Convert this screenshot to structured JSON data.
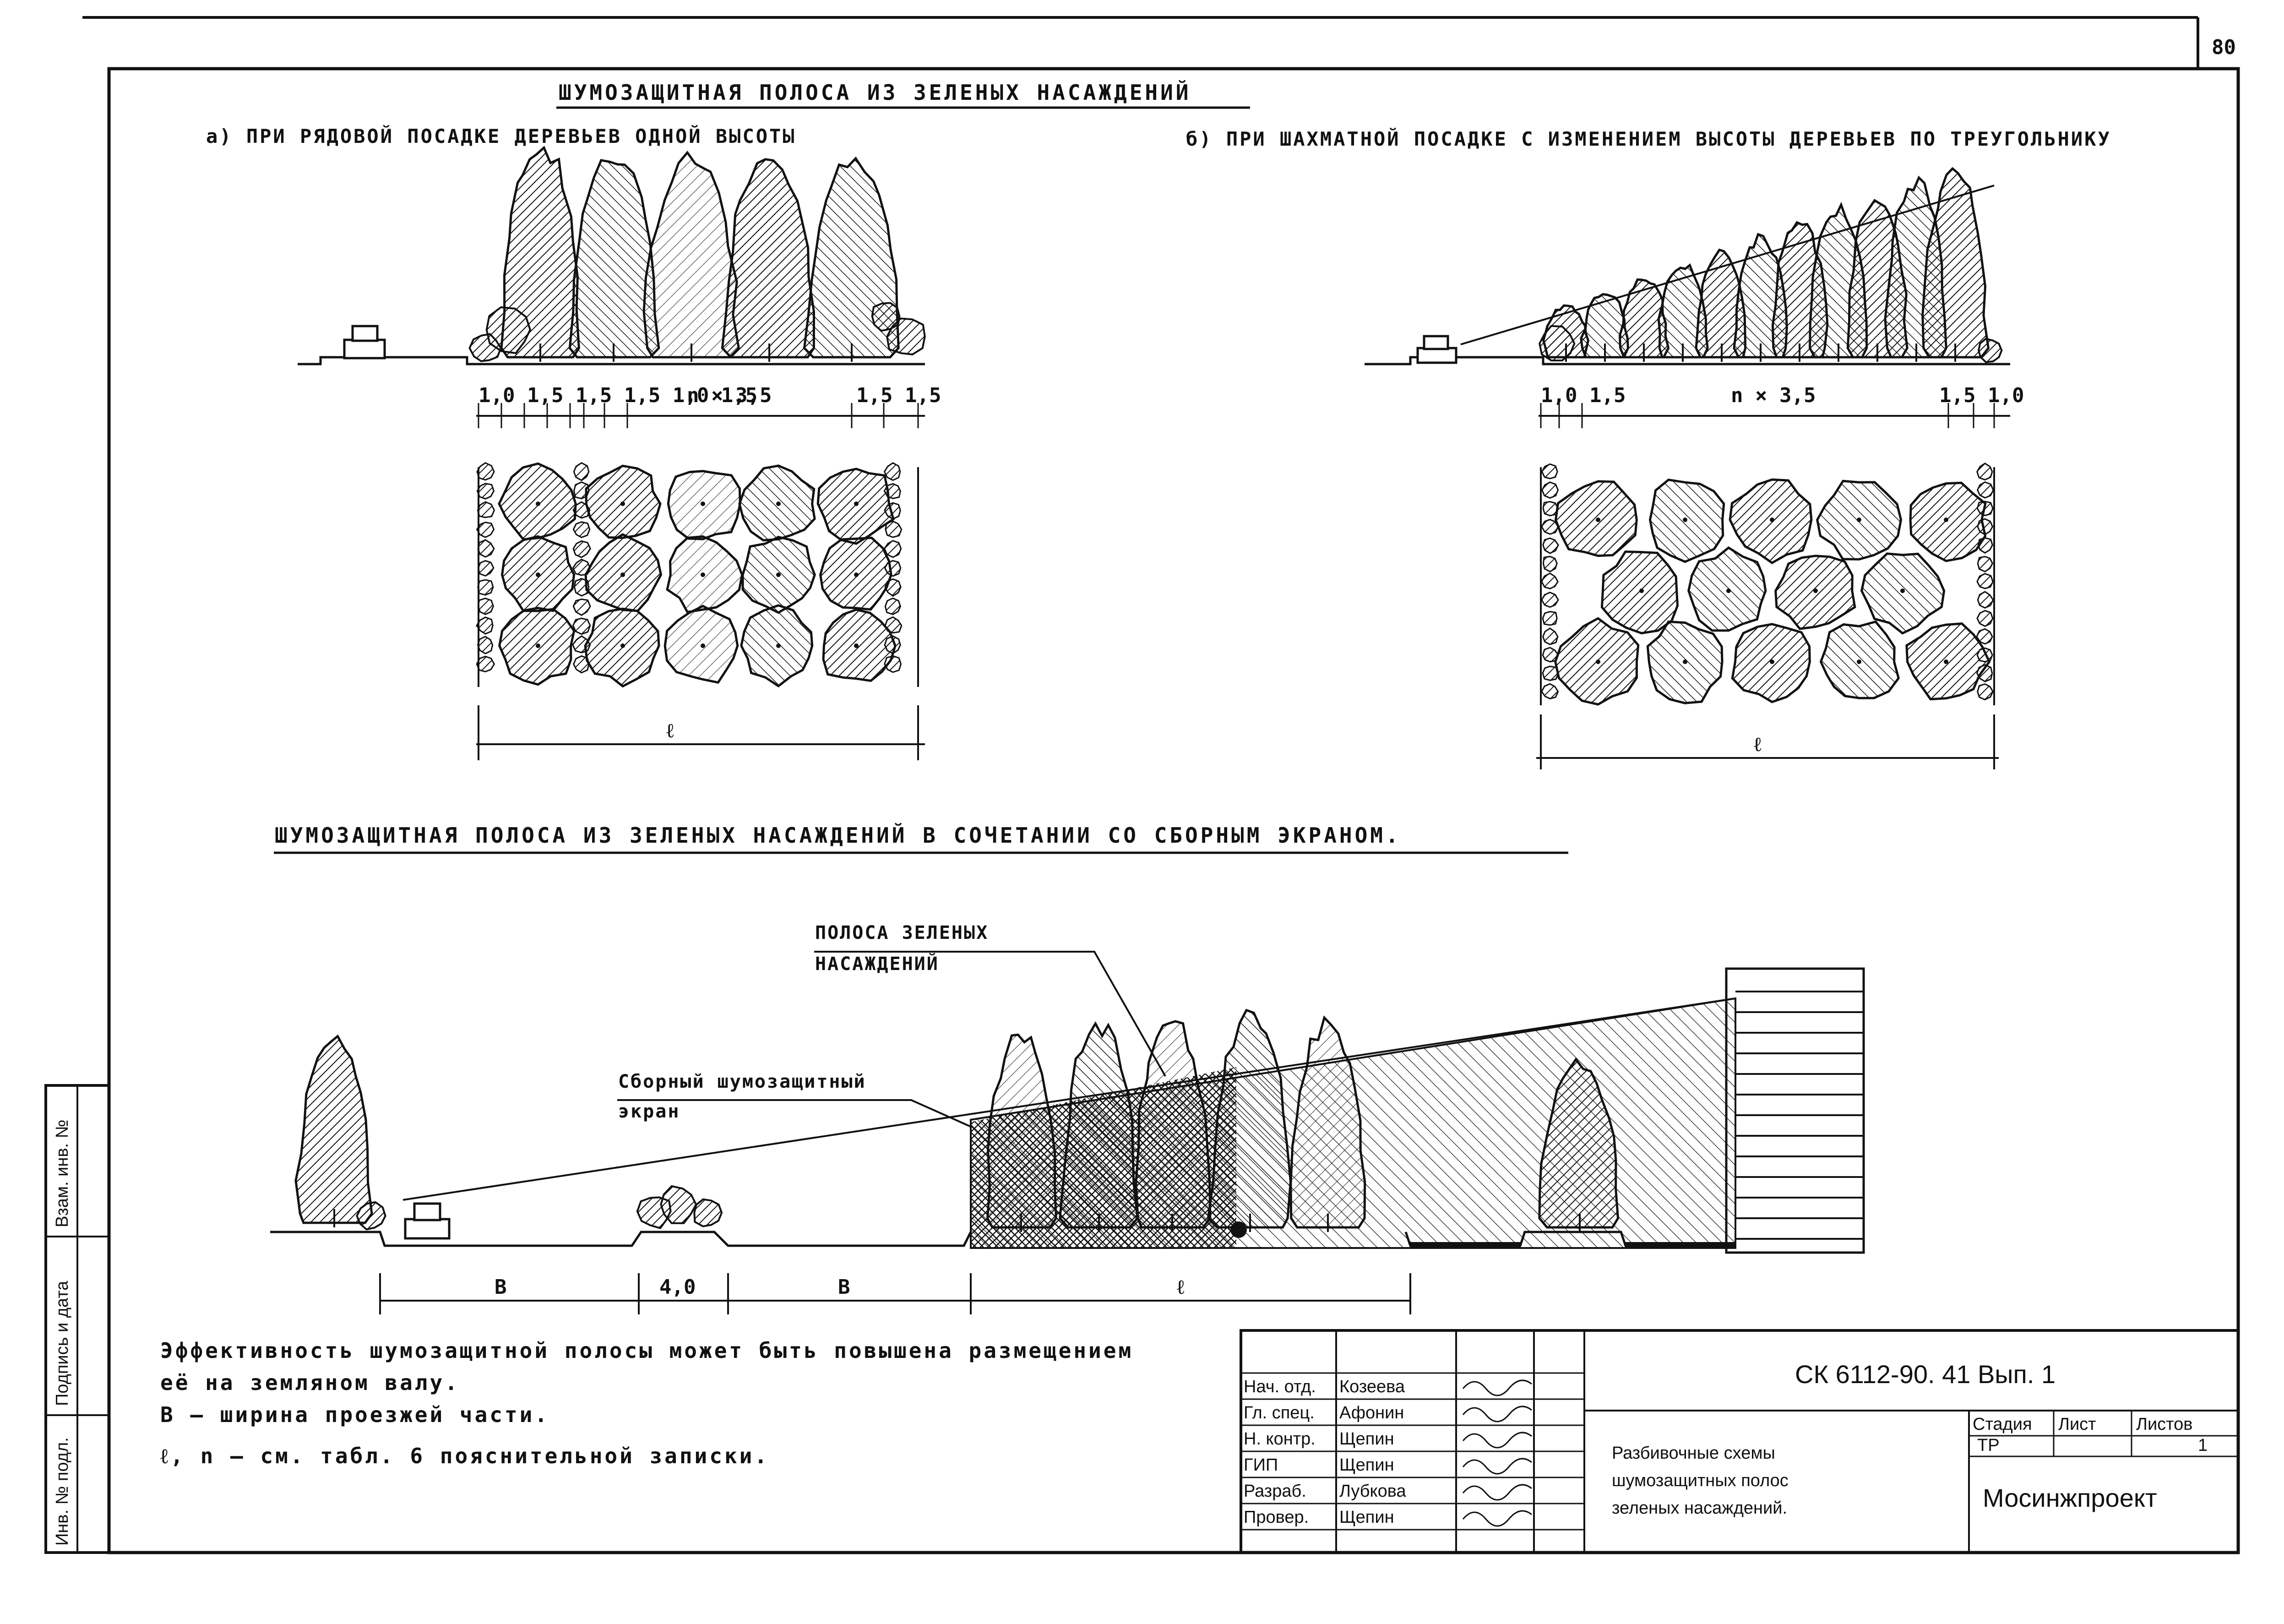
{
  "page_number": "80",
  "section_a": {
    "title": "ШУМОЗАЩИТНАЯ ПОЛОСА ИЗ ЗЕЛЕНЫХ НАСАЖДЕНИЙ",
    "caption_a": "а) ПРИ РЯДОВОЙ ПОСАДКЕ ДЕРЕВЬЕВ ОДНОЙ ВЫСОТЫ",
    "caption_b": "б) ПРИ ШАХМАТНОЙ ПОСАДКЕ С ИЗМЕНЕНИЕМ ВЫСОТЫ ДЕРЕВЬЕВ ПО ТРЕУГОЛЬНИКУ",
    "dims_a": "1,0 1,5 1,5 1,5 1,0 1,5",
    "dims_a_mid": "n × 3,5",
    "dims_a_end": "1,5 1,5",
    "dims_a_total": "ℓ",
    "dims_b": "1,0 1,5",
    "dims_b_mid": "n × 3,5",
    "dims_b_end": "1,5 1,0",
    "dims_b_total": "ℓ"
  },
  "section_b": {
    "title": "ШУМОЗАЩИТНАЯ ПОЛОСА ИЗ ЗЕЛЕНЫХ НАСАЖДЕНИЙ В СОЧЕТАНИИ СО СБОРНЫМ ЭКРАНОМ.",
    "label_strip_1": "ПОЛОСА ЗЕЛЕНЫХ",
    "label_strip_2": "НАСАЖДЕНИЙ",
    "label_screen_1": "Сборный шумозащитный",
    "label_screen_2": "экран",
    "dim_b1": "В",
    "dim_mid": "4,0",
    "dim_b2": "В",
    "dim_l": "ℓ"
  },
  "notes": {
    "line1": "Эффективность шумозащитной полосы может быть повышена размещением",
    "line2": "её на земляном валу.",
    "line3": "В – ширина проезжей части.",
    "line4": "ℓ, n – см. табл. 6 пояснительной записки."
  },
  "title_block": {
    "code": "СК 6112-90. 41 Вып. 1",
    "roles": [
      "Нач. отд.",
      "Гл. спец.",
      "Н. контр.",
      "ГИП",
      "Разраб.",
      "Провер."
    ],
    "names": [
      "Козеева",
      "Афонин",
      "Щепин",
      "Щепин",
      "Лубкова",
      "Щепин"
    ],
    "drawing_title_1": "Разбивочные схемы",
    "drawing_title_2": "шумозащитных полос",
    "drawing_title_3": "зеленых насаждений.",
    "col_stage": "Стадия",
    "col_sheet": "Лист",
    "col_sheets": "Листов",
    "stage": "ТР",
    "sheets": "1",
    "org": "Мосинжпроект"
  },
  "side_stamp": {
    "f1": "Взам. инв. №",
    "f2": "Подпись и дата",
    "f3": "Инв. № подл."
  }
}
